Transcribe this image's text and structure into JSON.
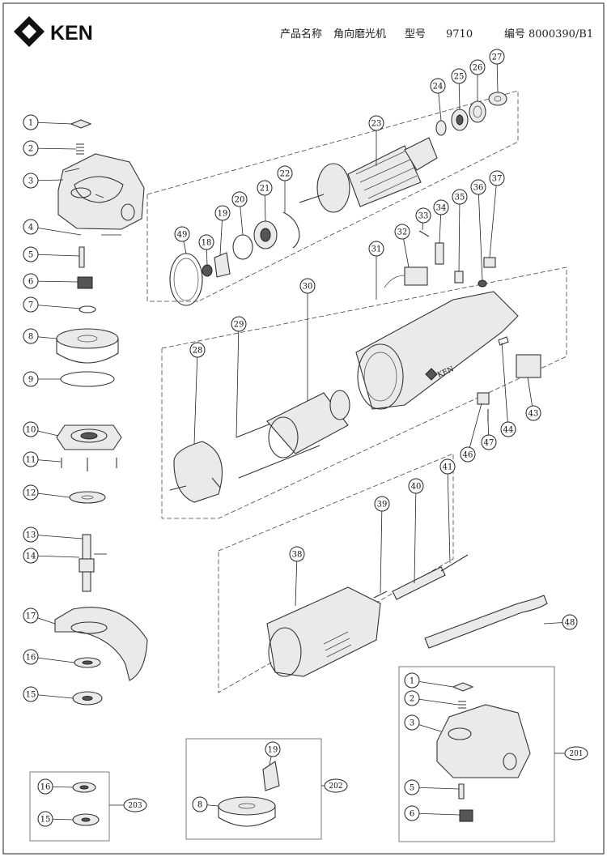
{
  "brand": {
    "name": "KEN",
    "logo_icon": "diamond-logo-icon"
  },
  "header": {
    "product_label": "产品名称",
    "product_name": "角向磨光机",
    "model_label": "型号",
    "model_value": "9710",
    "code_label": "编号",
    "code_value": "8000390/B1"
  },
  "callouts": [
    "1",
    "2",
    "3",
    "4",
    "5",
    "6",
    "7",
    "8",
    "9",
    "10",
    "11",
    "12",
    "13",
    "14",
    "15",
    "16",
    "17",
    "18",
    "19",
    "20",
    "21",
    "22",
    "23",
    "24",
    "25",
    "26",
    "27",
    "28",
    "29",
    "30",
    "31",
    "32",
    "33",
    "34",
    "35",
    "36",
    "37",
    "38",
    "39",
    "40",
    "41",
    "43",
    "44",
    "46",
    "47",
    "48",
    "49",
    "1",
    "2",
    "3",
    "5",
    "6",
    "16",
    "15",
    "19",
    "8"
  ],
  "groups": [
    "201",
    "202",
    "203"
  ],
  "housing_badge": "KEN"
}
